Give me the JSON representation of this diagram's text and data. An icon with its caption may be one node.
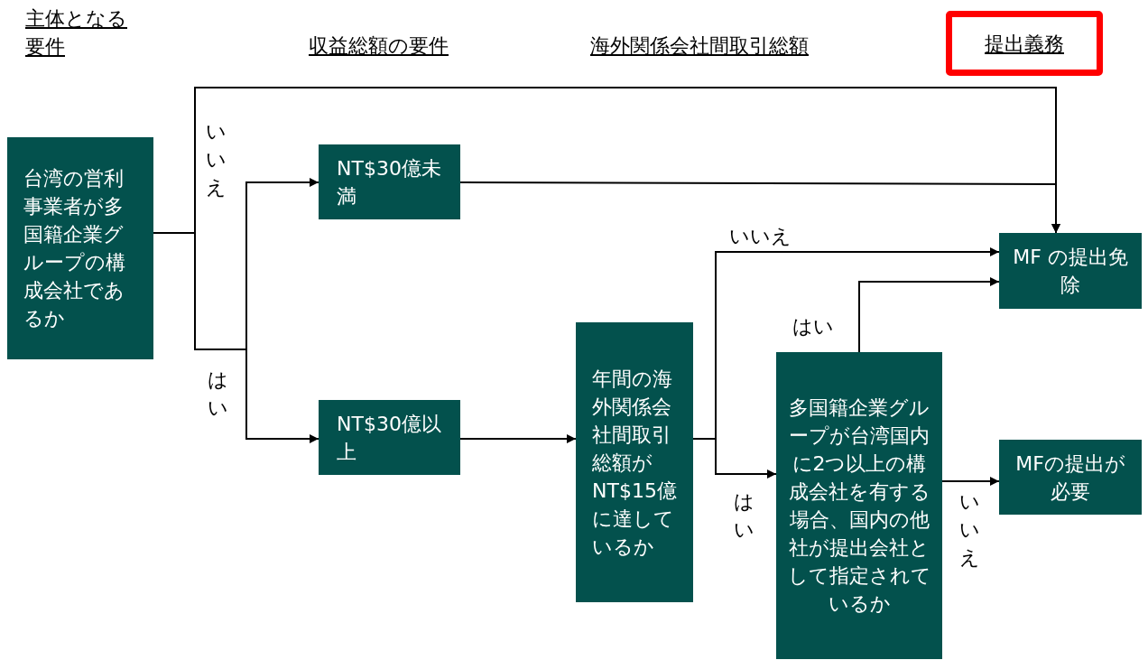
{
  "diagram": {
    "nodes": [
      {
        "text": [
          "提出義務"
        ]
      },
      {
        "text": [
          "台湾の営利事業者が多国籍企業グループの構成会社であるか"
        ]
      },
      {
        "text": [
          "NT$30億未満"
        ]
      },
      {
        "text": [
          "NT$30億以上"
        ]
      },
      {
        "text": [
          "年間の海外関係会社間取引総額がNT$15億に達しているか"
        ]
      },
      {
        "text": [
          "多国籍企業グループが台湾国内に2つ以上の構成会社を有する場合、国内の他社が提出会社として指定されているか"
        ]
      },
      {
        "text": [
          "MF の提出免除"
        ]
      },
      {
        "text": [
          "MFの提出が必要"
        ]
      }
    ],
    "edges": [
      {
        "from": 1,
        "to": 6,
        "arrow": "to",
        "label": "いいえ"
      },
      {
        "from": 1,
        "to": 2,
        "arrow": "to"
      },
      {
        "from": 1,
        "to": 3,
        "arrow": "to",
        "label": "はい"
      },
      {
        "from": 2,
        "to": 6,
        "arrow": "to"
      },
      {
        "from": 3,
        "to": 4,
        "arrow": "to"
      },
      {
        "from": 4,
        "to": 6,
        "arrow": "to",
        "label": "いいえ"
      },
      {
        "from": 4,
        "to": 5,
        "arrow": "to",
        "label": "はい"
      },
      {
        "from": 5,
        "to": 6,
        "arrow": "to",
        "label": "はい"
      },
      {
        "from": 5,
        "to": 7,
        "arrow": "to",
        "label": "いいえ"
      }
    ],
    "labels": [
      "主体となる要件",
      "収益総額の要件",
      "海外関係会社間取引総額"
    ]
  }
}
